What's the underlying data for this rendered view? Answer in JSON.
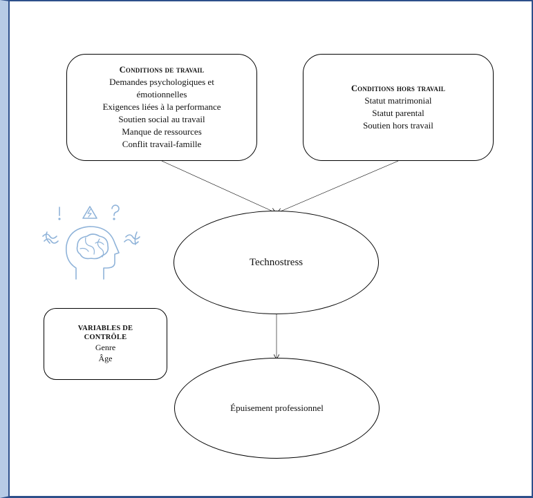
{
  "work_conditions": {
    "title": "Conditions de travail",
    "items": [
      "Demandes psychologiques et",
      "émotionnelles",
      "Exigences liées à la performance",
      "Soutien social au travail",
      "Manque de ressources",
      "Conflit travail-famille"
    ]
  },
  "nonwork_conditions": {
    "title": "Conditions hors travail",
    "items": [
      "Statut matrimonial",
      "Statut parental",
      "Soutien hors travail"
    ]
  },
  "control_variables": {
    "title": "VARIABLES DE CONTRÔLE",
    "items": [
      "Genre",
      "Âge"
    ]
  },
  "technostress": {
    "label": "Technostress"
  },
  "burnout": {
    "label": "Épuisement professionnel"
  },
  "icon": {
    "name": "stressed-brain-head-icon",
    "color": "#8fb3d9"
  },
  "colors": {
    "frame_border": "#2d4f8a",
    "frame_band": "#b7cbe6"
  }
}
